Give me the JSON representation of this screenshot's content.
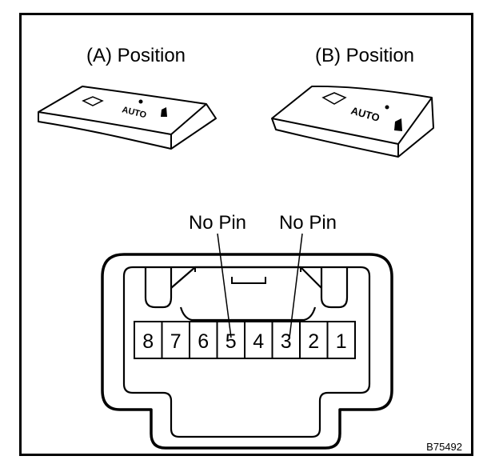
{
  "labels": {
    "position_a": "(A) Position",
    "position_b": "(B) Position",
    "no_pin_left": "No Pin",
    "no_pin_right": "No Pin",
    "figure_id": "B75492"
  },
  "switch_a": {
    "text": "AUTO"
  },
  "switch_b": {
    "text": "AUTO"
  },
  "connector": {
    "pins": [
      "8",
      "7",
      "6",
      "5",
      "4",
      "3",
      "2",
      "1"
    ]
  }
}
